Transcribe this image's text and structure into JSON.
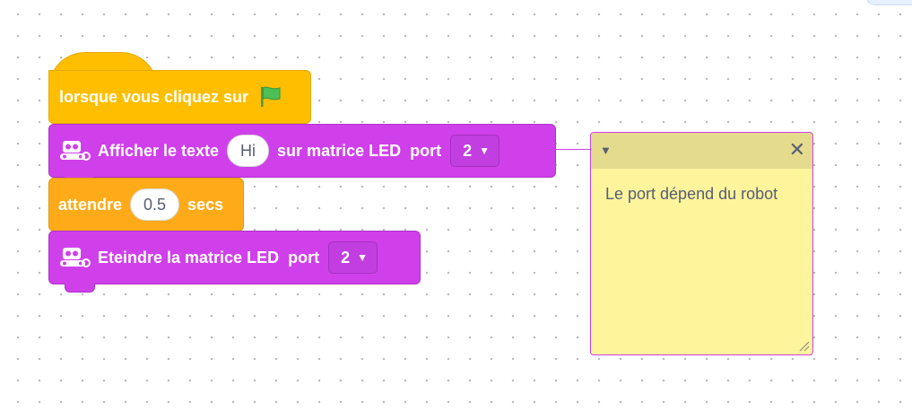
{
  "script": {
    "hat": {
      "label": "lorsque vous cliquez sur",
      "icon": "green-flag-icon"
    },
    "show_text": {
      "label_before": "Afficher le texte",
      "text_value": "Hi",
      "label_after": "sur matrice LED",
      "port_label": "port",
      "port_value": "2",
      "icon": "robot-led-icon"
    },
    "wait": {
      "label": "attendre",
      "value": "0.5",
      "unit": "secs"
    },
    "turn_off": {
      "label": "Eteindre la matrice LED",
      "port_label": "port",
      "port_value": "2",
      "icon": "robot-led-icon"
    }
  },
  "comment": {
    "text": "Le port dépend du robot"
  },
  "colors": {
    "events": "#ffbf00",
    "extension": "#cf40ea",
    "control": "#ffab19",
    "comment_bg": "#fef49c"
  }
}
